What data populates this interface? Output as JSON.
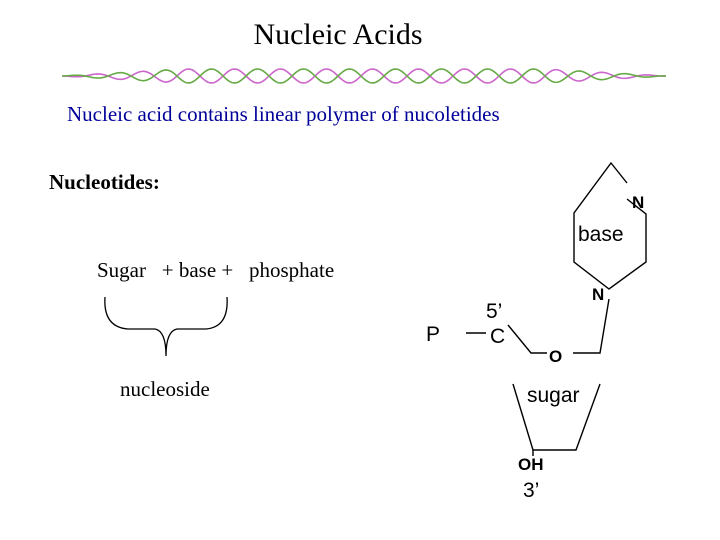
{
  "title": "Nucleic Acids",
  "subtitle": "Nucleic acid contains linear polymer of nucoletides",
  "nucleotides_label": "Nucleotides:",
  "formula": "Sugar   + base +   phosphate",
  "nucleoside_label": "nucleoside",
  "molecule": {
    "base_n_top": "N",
    "base_label": "base",
    "base_n_bottom": "N",
    "phosphate": "P",
    "carbon_5_prime": "5’",
    "carbon": "C",
    "ring_oxygen": "O",
    "sugar_label": "sugar",
    "hydroxyl": "OH",
    "carbon_3_prime": "3’"
  },
  "colors": {
    "subtitle": "#000099",
    "helix_a": "#cc66cc",
    "helix_b": "#66aa44",
    "rung_1": "#e06060",
    "rung_2": "#60a0e0",
    "rung_3": "#e0c040",
    "rung_4": "#60c060"
  }
}
